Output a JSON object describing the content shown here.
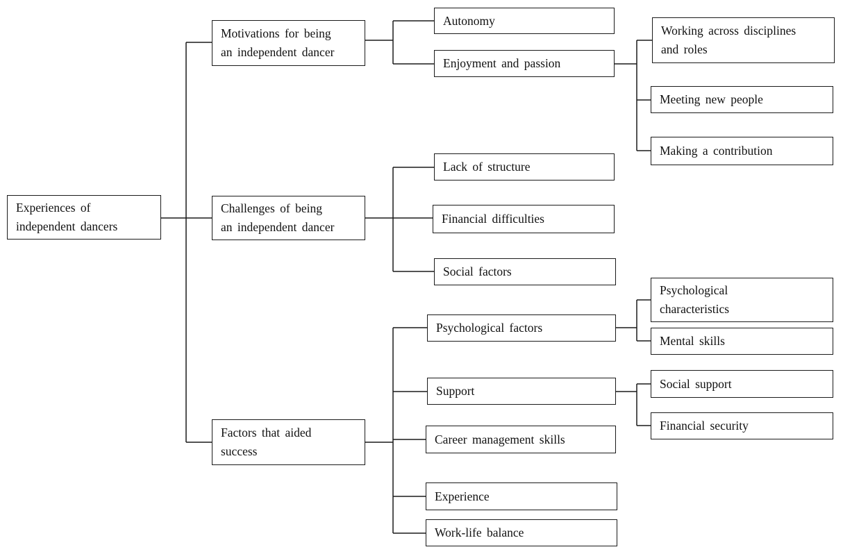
{
  "root": {
    "label": "Experiences of\nindependent dancers"
  },
  "themes": {
    "motivations": {
      "label": "Motivations for being\nan independent dancer",
      "autonomy": "Autonomy",
      "enjoyment": {
        "label": "Enjoyment and passion",
        "working_across": "Working across disciplines\nand roles",
        "meeting_people": "Meeting new people",
        "contribution": "Making a contribution"
      }
    },
    "challenges": {
      "label": "Challenges of being\nan independent dancer",
      "lack_structure": "Lack of structure",
      "financial_difficulties": "Financial difficulties",
      "social_factors": "Social factors"
    },
    "success": {
      "label": "Factors that aided\nsuccess",
      "psychological_factors": {
        "label": "Psychological factors",
        "psych_characteristics": "Psychological\ncharacteristics",
        "mental_skills": "Mental skills"
      },
      "support": {
        "label": "Support",
        "social_support": "Social support",
        "financial_security": "Financial security"
      },
      "career_management": "Career management skills",
      "experience": "Experience",
      "work_life_balance": "Work-life balance"
    }
  }
}
